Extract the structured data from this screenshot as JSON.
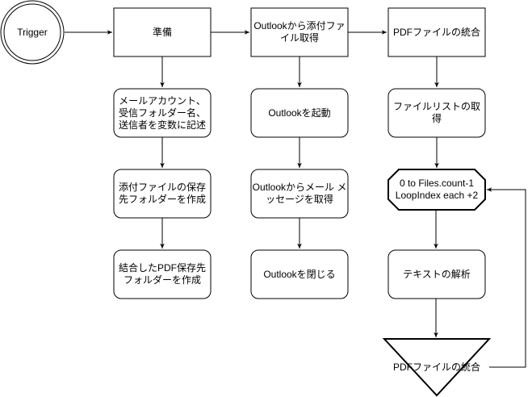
{
  "nodes": {
    "trigger": "Trigger",
    "prep": "準備",
    "outlook_get": "Outlookから添付ファ\nイル取得",
    "pdf_merge_top": "PDFファイルの統合",
    "mail_account": "メールアカウント、\n受信フォルダー名、\n送信者を変数に記述",
    "attach_folder": "添付ファイルの保存\n先フォルダーを作成",
    "merged_folder": "結合したPDF保存先\nフォルダーを作成",
    "outlook_start": "Outlookを起動",
    "outlook_msgs": "Outlookからメール メ\nッセージを取得",
    "outlook_close": "Outlookを閉じる",
    "file_list": "ファイルリストの取\n得",
    "loop": "0 to Files.count-1\nLoopIndex each +2",
    "parse_text": "テキストの解析",
    "pdf_merge_bottom": "PDFファイルの統合"
  },
  "colors": {
    "stroke": "#000000",
    "fill": "#ffffff"
  }
}
